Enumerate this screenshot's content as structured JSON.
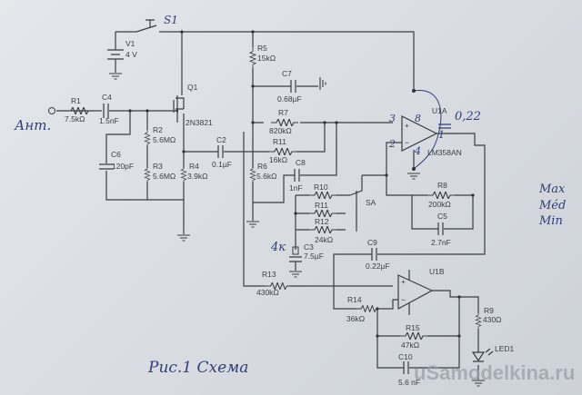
{
  "title": "Рис.1 Схема",
  "antenna_label": "Ант.",
  "watermark": "uSamodelkina.ru",
  "components": {
    "S1": {
      "name": "S1"
    },
    "V1": {
      "name": "V1",
      "value": "4 V"
    },
    "R1": {
      "name": "R1",
      "value": "7.5kΩ"
    },
    "C4": {
      "name": "C4",
      "value": "1.5nF"
    },
    "C6": {
      "name": "C6",
      "value": "120pF"
    },
    "R2": {
      "name": "R2",
      "value": "5.6MΩ"
    },
    "R3": {
      "name": "R3",
      "value": "5.6MΩ"
    },
    "Q1": {
      "name": "Q1",
      "value": "2N3821"
    },
    "R4": {
      "name": "R4",
      "value": "3.9kΩ"
    },
    "C2": {
      "name": "C2",
      "value": "0.1µF"
    },
    "R5": {
      "name": "R5",
      "value": "15kΩ"
    },
    "C7": {
      "name": "C7",
      "value": "0.68µF"
    },
    "R7": {
      "name": "R7",
      "value": "820kΩ"
    },
    "R11a": {
      "name": "R11",
      "value": "16kΩ"
    },
    "R6": {
      "name": "R6",
      "value": "5.6kΩ"
    },
    "C8": {
      "name": "C8",
      "value": "1nF"
    },
    "U1A": {
      "name": "U1A",
      "value": "LM358AN"
    },
    "R8": {
      "name": "R8",
      "value": "200kΩ"
    },
    "C5": {
      "name": "C5",
      "value": "2.7nF"
    },
    "R10": {
      "name": "R10"
    },
    "R11b": {
      "name": "R11"
    },
    "R12": {
      "name": "R12",
      "value": "24kΩ"
    },
    "SA": {
      "name": "SA"
    },
    "C3": {
      "name": "C3",
      "value": "7.5µF"
    },
    "C9": {
      "name": "C9",
      "value": "0.22µF"
    },
    "U1B": {
      "name": "U1B"
    },
    "R13": {
      "name": "R13",
      "value": "430kΩ"
    },
    "R14": {
      "name": "R14",
      "value": "36kΩ"
    },
    "R15": {
      "name": "R15",
      "value": "47kΩ"
    },
    "C10": {
      "name": "C10",
      "value": "5.6 nF"
    },
    "R9": {
      "name": "R9",
      "value": "430Ω"
    },
    "LED1": {
      "name": "LED1"
    }
  },
  "annotations": {
    "c3_note": "4к",
    "cap_note": "0,22",
    "pin3": "3",
    "pin8": "8",
    "pin2": "2",
    "pin4": "4",
    "pin1": "1",
    "modes": [
      "Max",
      "Méd",
      "Min"
    ]
  }
}
